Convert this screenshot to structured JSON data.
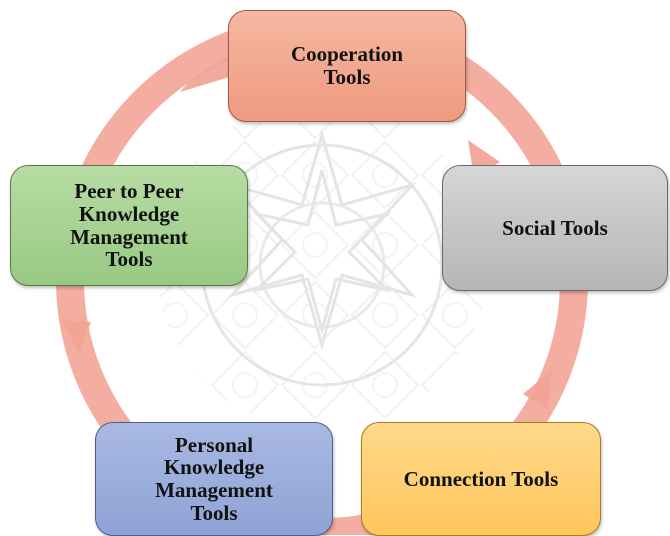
{
  "diagram": {
    "cycle_color": "#f2a394",
    "nodes": [
      {
        "id": "cooperation",
        "lines": [
          "Cooperation",
          "Tools"
        ],
        "color": "#f2a88f"
      },
      {
        "id": "social",
        "lines": [
          "Social Tools"
        ],
        "color": "#c7c7c7"
      },
      {
        "id": "connection",
        "lines": [
          "Connection Tools"
        ],
        "color": "#ffd074"
      },
      {
        "id": "personal",
        "lines": [
          "Personal",
          "Knowledge",
          "Management",
          "Tools"
        ],
        "color": "#9dafdc"
      },
      {
        "id": "peer",
        "lines": [
          "Peer to Peer",
          "Knowledge",
          "Management",
          "Tools"
        ],
        "color": "#a8d393"
      }
    ]
  }
}
